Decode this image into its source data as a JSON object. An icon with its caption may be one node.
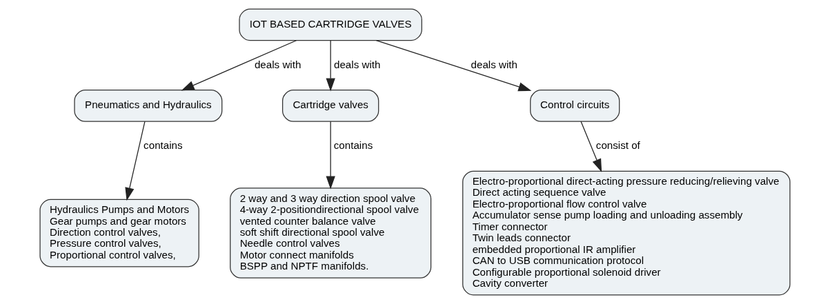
{
  "diagram": {
    "nodes": [
      {
        "text": [
          "IOT BASED CARTRIDGE VALVES"
        ]
      },
      {
        "text": [
          "Pneumatics and Hydraulics"
        ]
      },
      {
        "text": [
          "Cartridge valves"
        ]
      },
      {
        "text": [
          "Control circuits"
        ]
      },
      {
        "text": [
          "Hydraulics Pumps and Motors",
          "Gear pumps and gear motors",
          "Direction control valves,",
          "Pressure control valves,",
          "Proportional control valves,"
        ]
      },
      {
        "text": [
          "2 way and 3 way direction spool valve",
          "4-way 2-positiondirectional spool valve",
          "vented counter balance valve",
          "soft shift directional spool valve",
          "Needle control valves",
          "Motor connect manifolds",
          "BSPP and NPTF manifolds."
        ]
      },
      {
        "text": [
          "Electro-proportional direct-acting pressure reducing/relieving valve",
          "Direct acting sequence valve",
          "Electro-proportional flow control valve",
          "Accumulator sense pump loading and unloading assembly",
          "Timer connector",
          "Twin leads connector",
          "embedded proportional IR amplifier",
          "CAN to USB communication protocol",
          "Configurable proportional solenoid driver",
          "Cavity converter"
        ]
      }
    ],
    "edges": [
      {
        "from": 0,
        "to": 1,
        "arrow": "to",
        "label": "deals with"
      },
      {
        "from": 0,
        "to": 2,
        "arrow": "to",
        "label": "deals with"
      },
      {
        "from": 0,
        "to": 3,
        "arrow": "to",
        "label": "deals with"
      },
      {
        "from": 1,
        "to": 4,
        "arrow": "to",
        "label": "contains"
      },
      {
        "from": 2,
        "to": 5,
        "arrow": "to",
        "label": "contains"
      },
      {
        "from": 3,
        "to": 6,
        "arrow": "to",
        "label": "consist of"
      }
    ]
  }
}
